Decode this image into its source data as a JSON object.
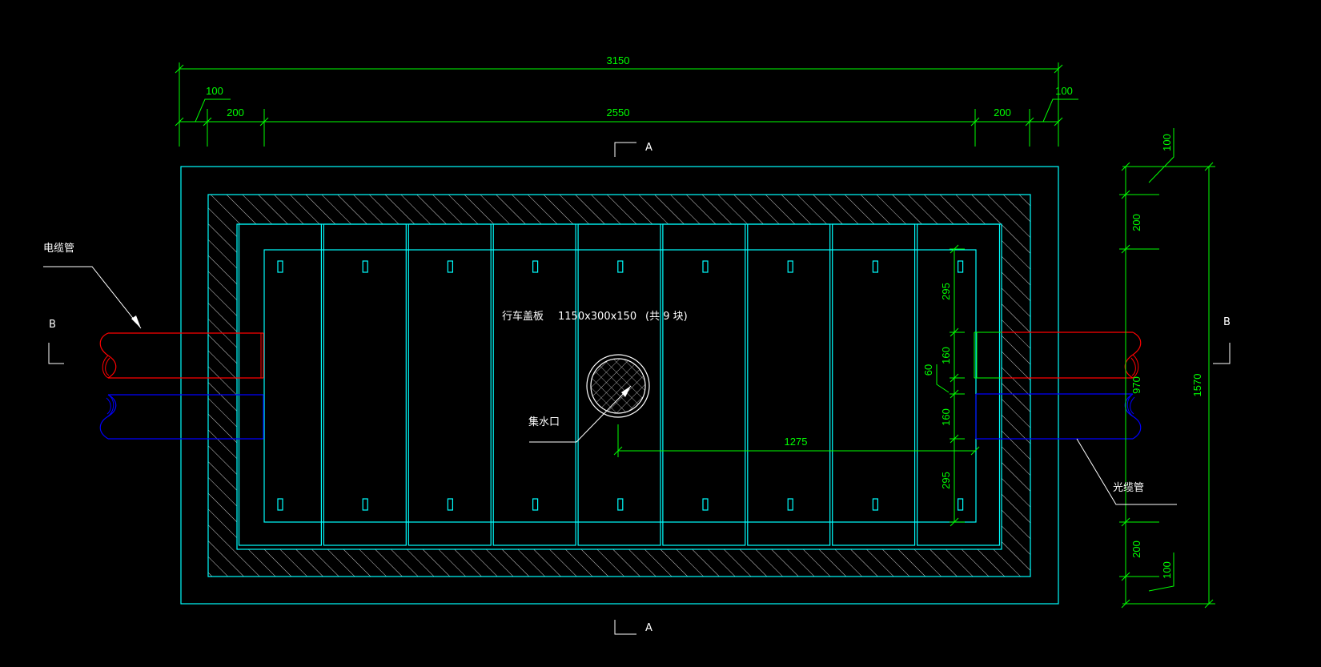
{
  "dimensions": {
    "total_width": "3150",
    "inner_width": "2550",
    "wall_left": "200",
    "wall_right": "200",
    "edge_left": "100",
    "edge_right": "100",
    "total_height": "1570",
    "inner_height": "970",
    "wall_top": "200",
    "wall_bottom": "200",
    "edge_top": "100",
    "edge_bottom": "100",
    "seg_295_top": "295",
    "seg_160_upper": "160",
    "seg_60": "60",
    "seg_160_lower": "160",
    "seg_295_bottom": "295",
    "drain_offset": "1275"
  },
  "section_marks": {
    "a_top": "A",
    "a_bottom": "A",
    "b_left": "B",
    "b_right": "B"
  },
  "labels": {
    "cable_pipe": "电缆管",
    "fiber_pipe": "光缆管",
    "cover_plate": "行车盖板",
    "cover_spec": "1150x300x150",
    "cover_count": "(共  9 块)",
    "drain": "集水口"
  },
  "colors": {
    "background": "#000000",
    "structure": "#00ffff",
    "dimension": "#00ff00",
    "cable_red": "#ff0000",
    "cable_blue": "#0000ff",
    "annotation": "#ffffff"
  }
}
